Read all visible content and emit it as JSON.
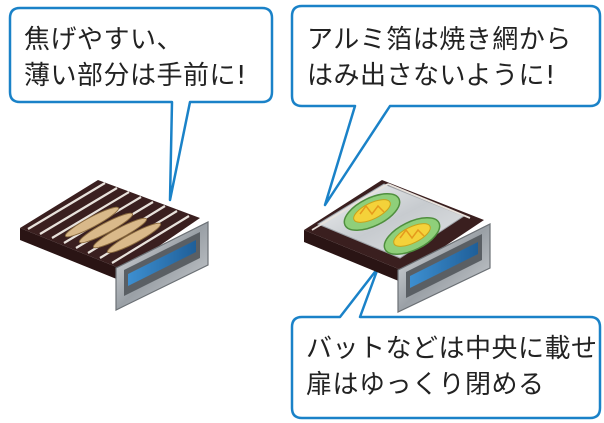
{
  "bubbles": [
    {
      "lines": [
        "焦げやすい、",
        "薄い部分は手前に!"
      ]
    },
    {
      "lines": [
        "アルミ箔は焼き網から",
        "はみ出さないように!"
      ]
    },
    {
      "lines": [
        "バットなどは中央に載せ",
        "扉はゆっくり閉める"
      ]
    }
  ],
  "colors": {
    "bubble_border": "#1a82c8",
    "tray_dark": "#3a1f1f",
    "door_metal": "#b8bcc2",
    "door_glass": "#2b7fc0",
    "dish_green": "#8fcf7a",
    "food_yellow": "#f4d23a",
    "foil": "#d6d9dc",
    "fish": "#d9b98a"
  },
  "illustrations": [
    {
      "name": "grill-with-fish",
      "icon": "grill-tray-fish"
    },
    {
      "name": "grill-with-foil-dishes",
      "icon": "grill-tray-foil-gratin"
    }
  ]
}
